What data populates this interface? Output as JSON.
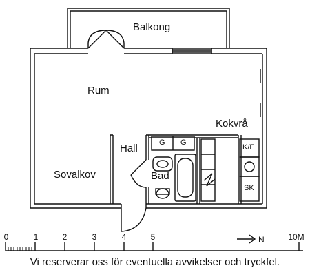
{
  "rooms": {
    "balkong": "Balkong",
    "rum": "Rum",
    "kokvra": "Kokvrå",
    "hall": "Hall",
    "bad": "Bad",
    "sovalkov": "Sovalkov"
  },
  "fixtures": {
    "g1": "G",
    "g2": "G",
    "kf": "K/F",
    "sk": "SK"
  },
  "scale": {
    "ticks": [
      "0",
      "1",
      "2",
      "3",
      "4",
      "5"
    ],
    "end_label": "10M",
    "north_label": "N"
  },
  "disclaimer": "Vi reserverar oss för eventuella avvikelser och tryckfel."
}
